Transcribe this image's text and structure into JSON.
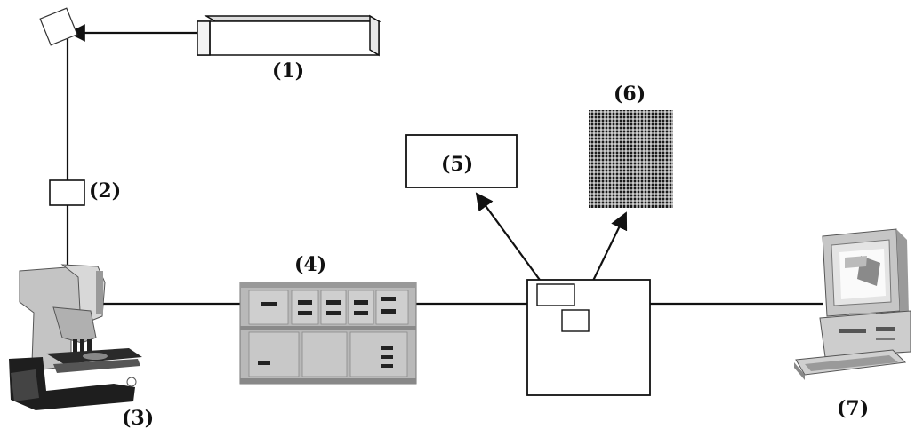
{
  "labels": {
    "laser": "(1)",
    "filter": "(2)",
    "microscope": "(3)",
    "electronics": "(4)",
    "module5": "(5)",
    "array": "(6)",
    "computer": "(7)"
  },
  "colors": {
    "line": "#111111",
    "background": "#ffffff",
    "device_gray": "#b9b9b9",
    "device_dark": "#1a1a1a"
  },
  "icons": {
    "mirror": "mirror-icon",
    "laser": "laser-tube-icon",
    "microscope": "microscope-icon",
    "electronics": "electronics-rack-icon",
    "array": "detector-grid-icon",
    "computer": "computer-icon"
  }
}
